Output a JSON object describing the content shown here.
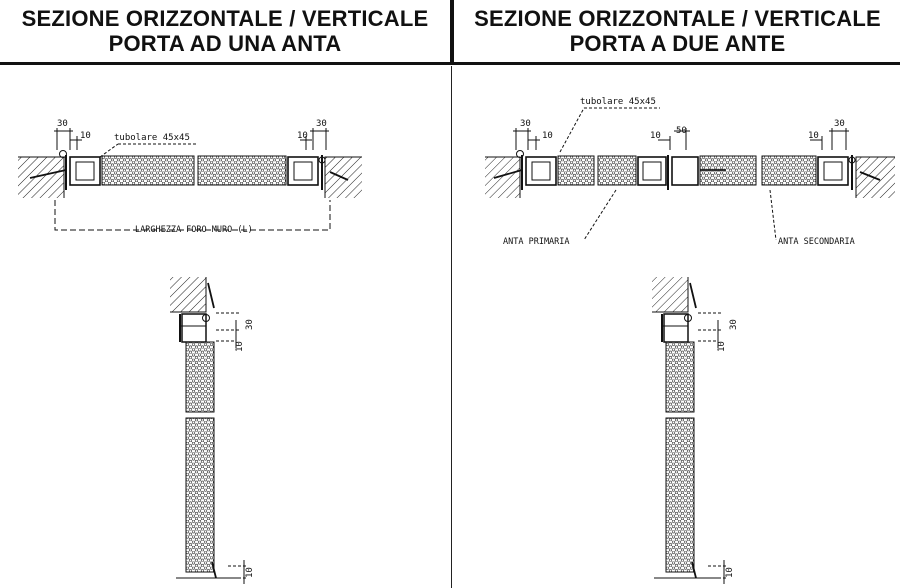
{
  "headers": {
    "left": {
      "line1": "SEZIONE ORIZZONTALE / VERTICALE",
      "line2": "PORTA AD UNA ANTA"
    },
    "right": {
      "line1": "SEZIONE ORIZZONTALE / VERTICALE",
      "line2": "PORTA A DUE ANTE"
    }
  },
  "left_plan": {
    "dim_30_a": "30",
    "dim_10_a": "10",
    "tubolare": "tubolare 45x45",
    "dim_10_b": "10",
    "dim_30_b": "30",
    "width_label": "LARGHEZZA FORO MURO (L)"
  },
  "right_plan": {
    "tubolare": "tubolare 45x45",
    "dim_30_a": "30",
    "dim_10_a": "10",
    "dim_10_m": "10",
    "dim_50_m": "50",
    "dim_10_b": "10",
    "dim_30_b": "30",
    "primary": "ANTA PRIMARIA",
    "secondary": "ANTA SECONDARIA"
  },
  "left_section": {
    "dim_30": "30",
    "dim_10_top": "10",
    "dim_10_bottom": "10"
  },
  "right_section": {
    "dim_30": "30",
    "dim_10_top": "10",
    "dim_10_bottom": "10"
  },
  "colors": {
    "ink": "#111111",
    "paper": "#ffffff"
  }
}
